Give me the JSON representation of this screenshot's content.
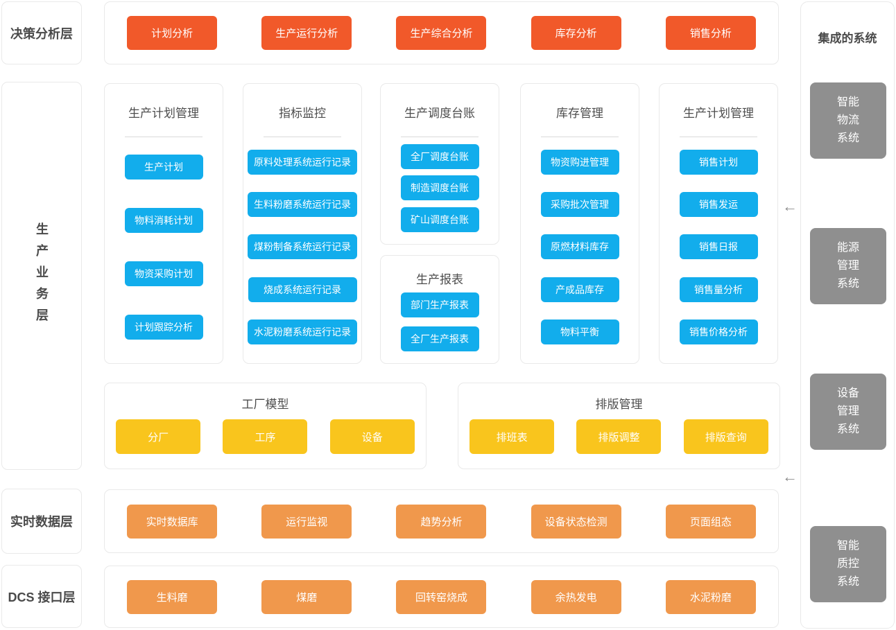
{
  "colors": {
    "decision": "#F1592A",
    "business": "#12ADEC",
    "model": "#F9C51D",
    "data": "#F0984C",
    "system": "#8F8F8F"
  },
  "layer_labels": {
    "decision": "决策分析层",
    "business": "生产业务层",
    "realtime": "实时数据层",
    "dcs": "DCS 接口层"
  },
  "decision_row": {
    "buttons": [
      "计划分析",
      "生产运行分析",
      "生产综合分析",
      "库存分析",
      "销售分析"
    ]
  },
  "business_row": {
    "panels": [
      {
        "title": "生产计划管理",
        "buttons": [
          "生产计划",
          "物料消耗计划",
          "物资采购计划",
          "计划跟踪分析"
        ]
      },
      {
        "title": "指标监控",
        "buttons": [
          "原料处理系统运行记录",
          "生料粉磨系统运行记录",
          "煤粉制备系统运行记录",
          "烧成系统运行记录",
          "水泥粉磨系统运行记录"
        ]
      },
      {
        "title": "生产调度台账",
        "buttons": [
          "全厂调度台账",
          "制造调度台账",
          "矿山调度台账"
        ]
      },
      {
        "title": "生产报表",
        "buttons": [
          "部门生产报表",
          "全厂生产报表"
        ]
      },
      {
        "title": "库存管理",
        "buttons": [
          "物资购进管理",
          "采购批次管理",
          "原燃材料库存",
          "产成品库存",
          "物料平衡"
        ]
      },
      {
        "title": "生产计划管理",
        "buttons": [
          "销售计划",
          "销售发运",
          "销售日报",
          "销售量分析",
          "销售价格分析"
        ]
      }
    ]
  },
  "model_row": {
    "panels": [
      {
        "title": "工厂模型",
        "buttons": [
          "分厂",
          "工序",
          "设备"
        ]
      },
      {
        "title": "排版管理",
        "buttons": [
          "排班表",
          "排版调整",
          "排版查询"
        ]
      }
    ]
  },
  "realtime_row": {
    "buttons": [
      "实时数据库",
      "运行监视",
      "趋势分析",
      "设备状态检测",
      "页面组态"
    ]
  },
  "dcs_row": {
    "buttons": [
      "生料磨",
      "煤磨",
      "回转窑烧成",
      "余热发电",
      "水泥粉磨"
    ]
  },
  "sidebar": {
    "title": "集成的系统",
    "systems": [
      {
        "name": "智能物流系统",
        "lines": [
          "智能",
          "物流",
          "系统"
        ]
      },
      {
        "name": "能源管理系统",
        "lines": [
          "能源",
          "管理",
          "系统"
        ]
      },
      {
        "name": "设备管理系统",
        "lines": [
          "设备",
          "管理",
          "系统"
        ]
      },
      {
        "name": "智能质控系统",
        "lines": [
          "智能",
          "质控",
          "系统"
        ]
      }
    ]
  },
  "arrow_glyph": "←"
}
